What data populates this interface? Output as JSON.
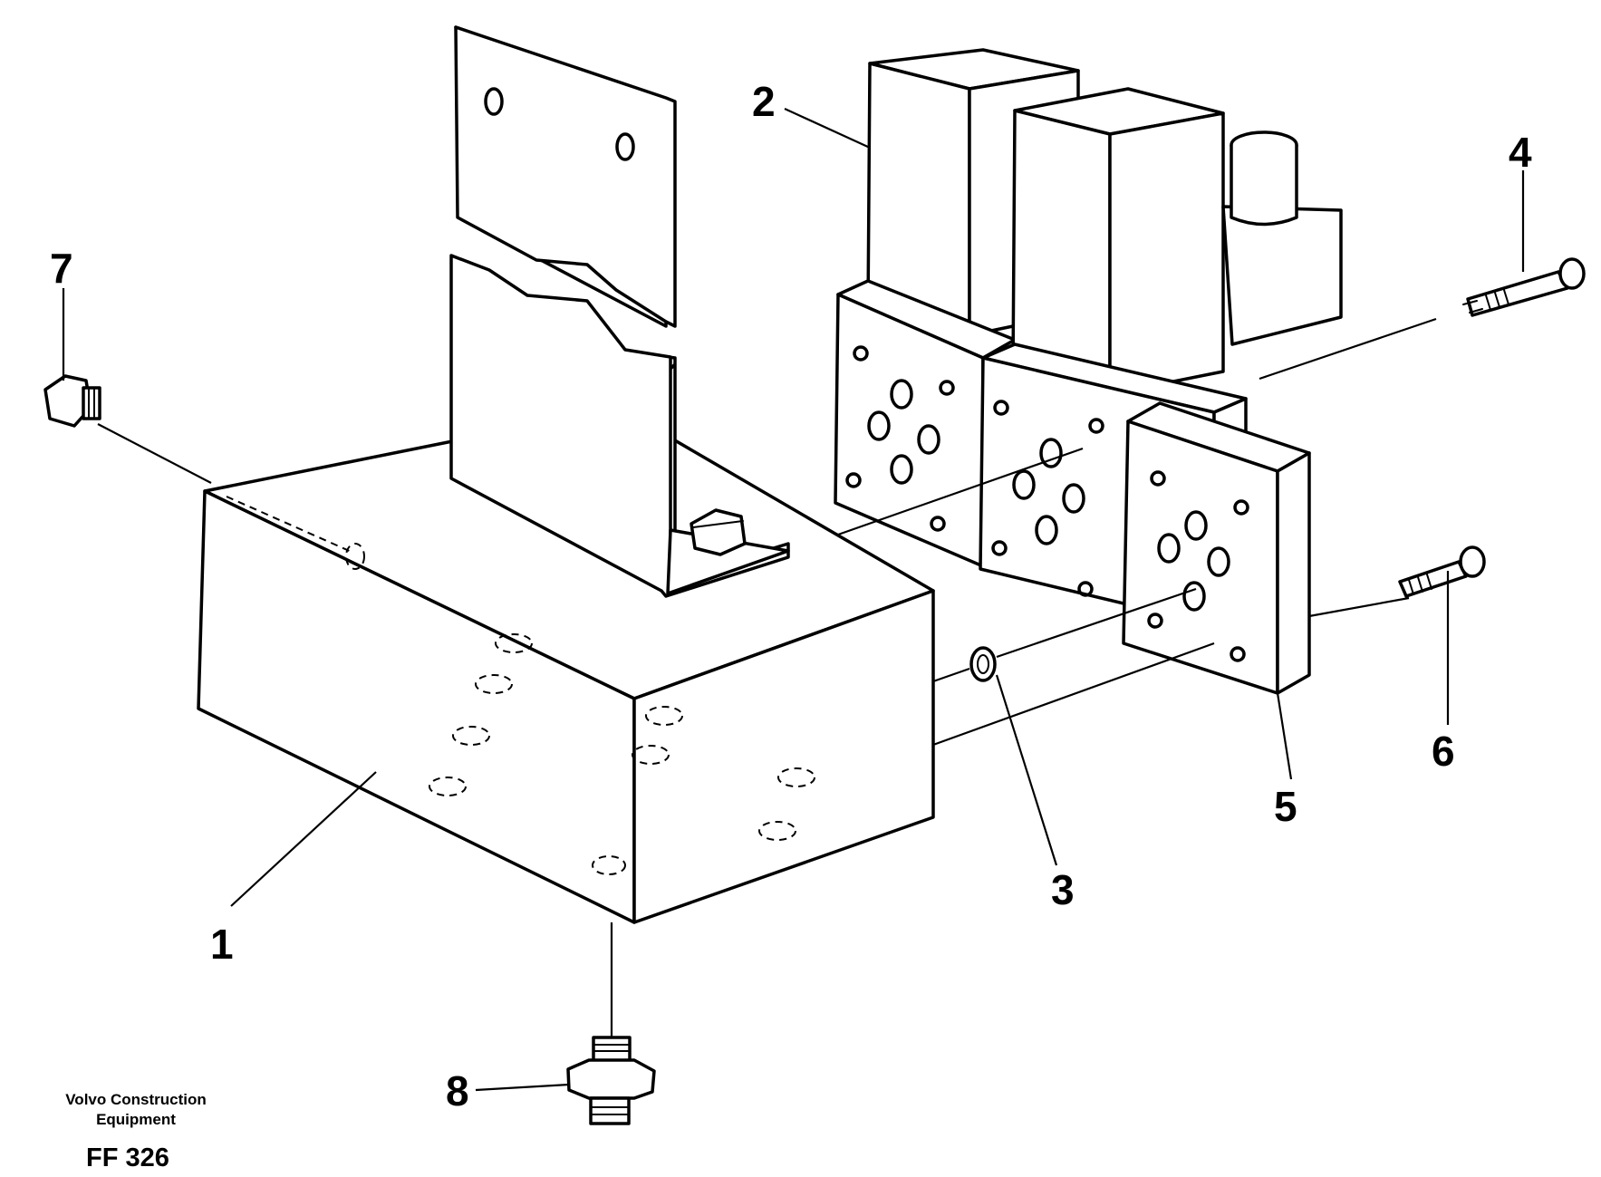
{
  "diagram": {
    "callouts": [
      {
        "id": "callout-1",
        "label": "1"
      },
      {
        "id": "callout-2",
        "label": "2"
      },
      {
        "id": "callout-3",
        "label": "3"
      },
      {
        "id": "callout-4",
        "label": "4"
      },
      {
        "id": "callout-5",
        "label": "5"
      },
      {
        "id": "callout-6",
        "label": "6"
      },
      {
        "id": "callout-7",
        "label": "7"
      },
      {
        "id": "callout-8",
        "label": "8"
      }
    ]
  },
  "caption": {
    "company_line1": "Volvo Construction",
    "company_line2": "Equipment",
    "code": "FF 326"
  }
}
